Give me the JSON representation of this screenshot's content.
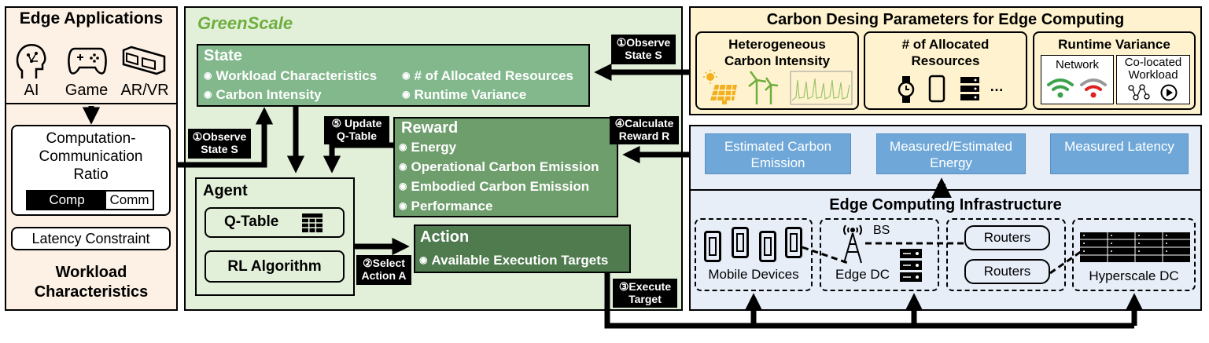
{
  "edge_apps": {
    "title": "Edge Applications",
    "items": [
      {
        "label": "AI",
        "icon": "brain-icon"
      },
      {
        "label": "Game",
        "icon": "gamepad-icon"
      },
      {
        "label": "AR/VR",
        "icon": "vr-glasses-icon"
      }
    ]
  },
  "workload": {
    "ratio_title": "Computation-Communication Ratio",
    "comp": "Comp",
    "comm": "Comm",
    "latency": "Latency Constraint",
    "footer": "Workload Characteristics"
  },
  "greenscale": {
    "title": "GreenScale"
  },
  "state": {
    "title": "State",
    "items": [
      "Workload Characteristics",
      "# of Allocated Resources",
      "Carbon Intensity",
      "Runtime Variance"
    ]
  },
  "reward": {
    "title": "Reward",
    "items": [
      "Energy",
      "Operational Carbon Emission",
      "Embodied Carbon Emission",
      "Performance"
    ]
  },
  "agent": {
    "title": "Agent",
    "qtable": "Q-Table",
    "rl": "RL Algorithm"
  },
  "action": {
    "title": "Action",
    "items": [
      "Available Execution Targets"
    ]
  },
  "tags": {
    "observe_left": [
      "①Observe",
      "State S"
    ],
    "observe_right": [
      "①Observe",
      "State S"
    ],
    "update": [
      "⑤ Update",
      "Q-Table"
    ],
    "calculate": [
      "④Calculate",
      "Reward R"
    ],
    "select": [
      "②Select",
      "Action A"
    ],
    "execute": [
      "③Execute",
      "Target"
    ]
  },
  "carbon_params": {
    "title": "Carbon Desing Parameters for Edge Computing",
    "hetero": "Heterogeneous Carbon Intensity",
    "allocated": "# of Allocated Resources",
    "allocated_more": "…",
    "runtime": "Runtime Variance",
    "network": "Network",
    "colocated": "Co-located Workload"
  },
  "metrics": [
    "Estimated Carbon Emission",
    "Measured/Estimated Energy",
    "Measured Latency"
  ],
  "infra": {
    "title": "Edge Computing Infrastructure",
    "mobile": "Mobile Devices",
    "bs": "BS",
    "edge_dc": "Edge DC",
    "routers": [
      "Routers",
      "Routers"
    ],
    "hyperscale": "Hyperscale DC"
  },
  "colors": {
    "green_panel": "#e2f0d9",
    "peach_panel": "#fcf1e4",
    "yellow_panel": "#fff3cf",
    "blue_panel": "#e7eef8",
    "state": "#82b88c",
    "reward": "#6f9e6d",
    "action": "#4f7b4f",
    "metric": "#6fa8d8",
    "greenscale_title": "#6fae3e"
  }
}
